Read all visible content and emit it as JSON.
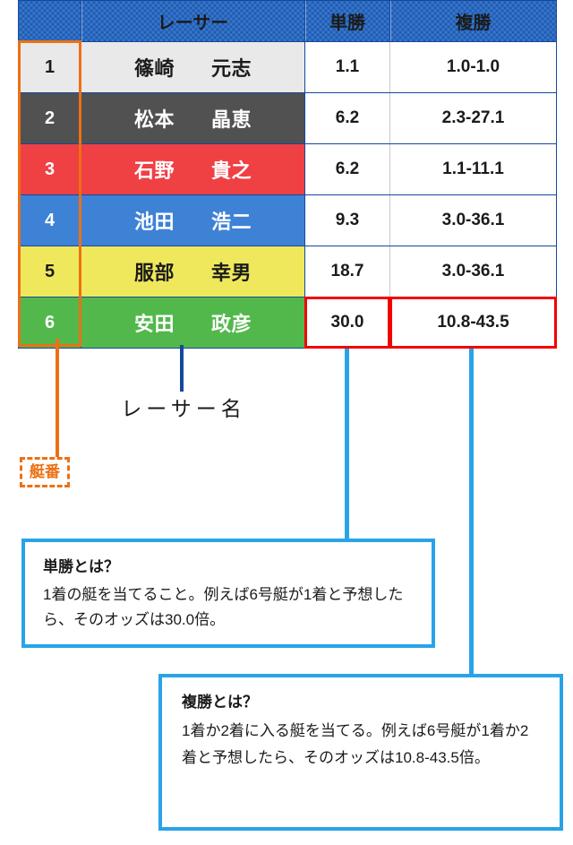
{
  "table": {
    "headers": {
      "number": "",
      "racer": "レーサー",
      "win": "単勝",
      "place": "複勝"
    },
    "rows": [
      {
        "number": "1",
        "surname": "篠崎",
        "given": "元志",
        "win": "1.1",
        "place": "1.0-1.0",
        "color": "#E9E9E9"
      },
      {
        "number": "2",
        "surname": "松本",
        "given": "晶恵",
        "win": "6.2",
        "place": "2.3-27.1",
        "color": "#515151"
      },
      {
        "number": "3",
        "surname": "石野",
        "given": "貴之",
        "win": "6.2",
        "place": "1.1-11.1",
        "color": "#EF4044"
      },
      {
        "number": "4",
        "surname": "池田",
        "given": "浩二",
        "win": "9.3",
        "place": "3.0-36.1",
        "color": "#3E82D6"
      },
      {
        "number": "5",
        "surname": "服部",
        "given": "幸男",
        "win": "18.7",
        "place": "3.0-36.1",
        "color": "#EFE85C"
      },
      {
        "number": "6",
        "surname": "安田",
        "given": "政彦",
        "win": "30.0",
        "place": "10.8-43.5",
        "color": "#52B84C"
      }
    ]
  },
  "annotations": {
    "racer_label": "レーサー名",
    "boat_number_label": "艇番"
  },
  "callouts": {
    "win": {
      "title": "単勝とは？",
      "body": "1着の艇を当てること。例えば6号艇が1着と予想したら、そのオッズは30.0倍。"
    },
    "place": {
      "title": "複勝とは？",
      "body": "1着か2着に入る艇を当てる。例えば6号艇が1着か2着と予想したら、そのオッズは10.8-43.5倍。"
    }
  },
  "colors": {
    "header_blue": "#1A5CB8",
    "border_blue": "#14489E",
    "accent_orange": "#ED7014",
    "accent_lightblue": "#29A3E8",
    "highlight_red": "#F20000"
  }
}
